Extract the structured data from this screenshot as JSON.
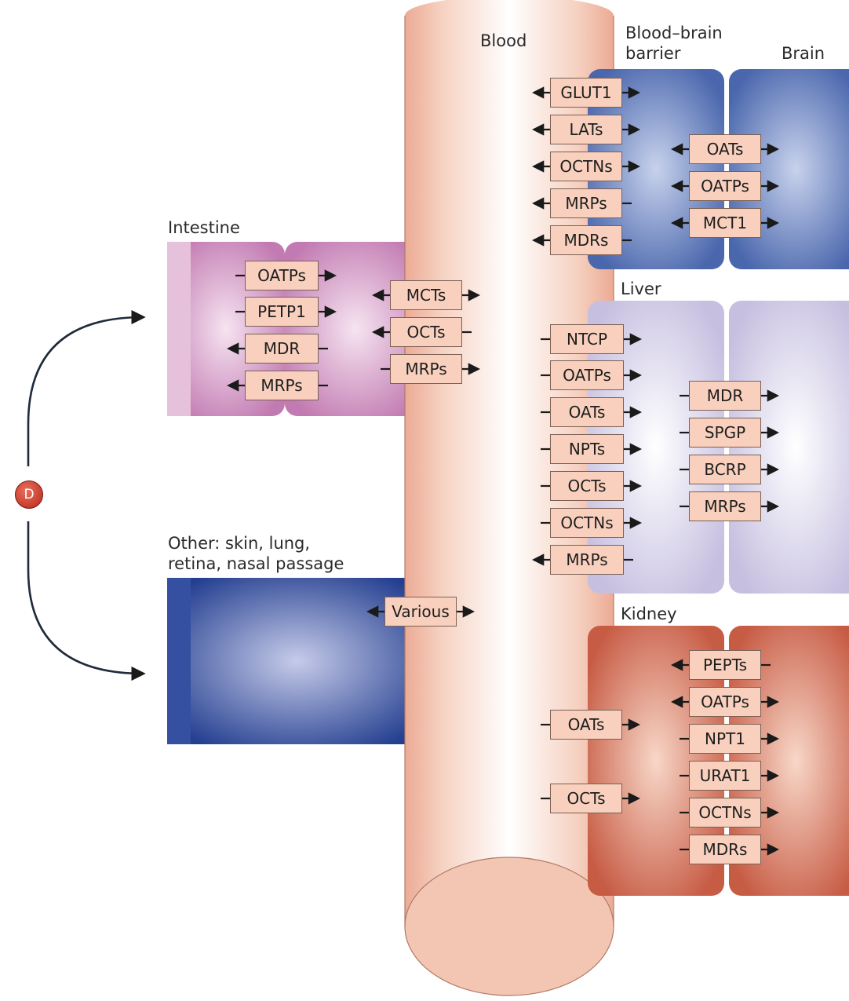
{
  "labels": {
    "blood": "Blood",
    "bbb_line1": "Blood–brain",
    "bbb_line2": "barrier",
    "brain": "Brain",
    "intestine": "Intestine",
    "other_line1": "Other: skin, lung,",
    "other_line2": "retina, nasal passage",
    "liver": "Liver",
    "kidney": "Kidney",
    "drug": "D"
  },
  "transporters": {
    "bbb_blood_side": [
      "GLUT1",
      "LATs",
      "OCTNs",
      "MRPs",
      "MDRs"
    ],
    "brain_side": [
      "OATs",
      "OATPs",
      "MCT1"
    ],
    "intestine_lumen_side": [
      "OATPs",
      "PETP1",
      "MDR",
      "MRPs"
    ],
    "intestine_blood_side": [
      "MCTs",
      "OCTs",
      "MRPs"
    ],
    "other": [
      "Various"
    ],
    "liver_blood_side": [
      "NTCP",
      "OATPs",
      "OATs",
      "NPTs",
      "OCTs",
      "OCTNs",
      "MRPs"
    ],
    "liver_bile_side": [
      "MDR",
      "SPGP",
      "BCRP",
      "MRPs"
    ],
    "kidney_blood_side": [
      "OATs",
      "OCTs"
    ],
    "kidney_urine_side": [
      "PEPTs",
      "OATPs",
      "NPT1",
      "URAT1",
      "OCTNs",
      "MDRs"
    ]
  },
  "colors": {
    "brain": "#3e5fa6",
    "intestine": "#c178b0",
    "other": "#24408f",
    "liver": "#c8c1e0",
    "kidney": "#c9604a",
    "blood_vessel": "#f2c6b4",
    "transporter_box": "#f8d0bd",
    "drug": "#c0302a"
  }
}
